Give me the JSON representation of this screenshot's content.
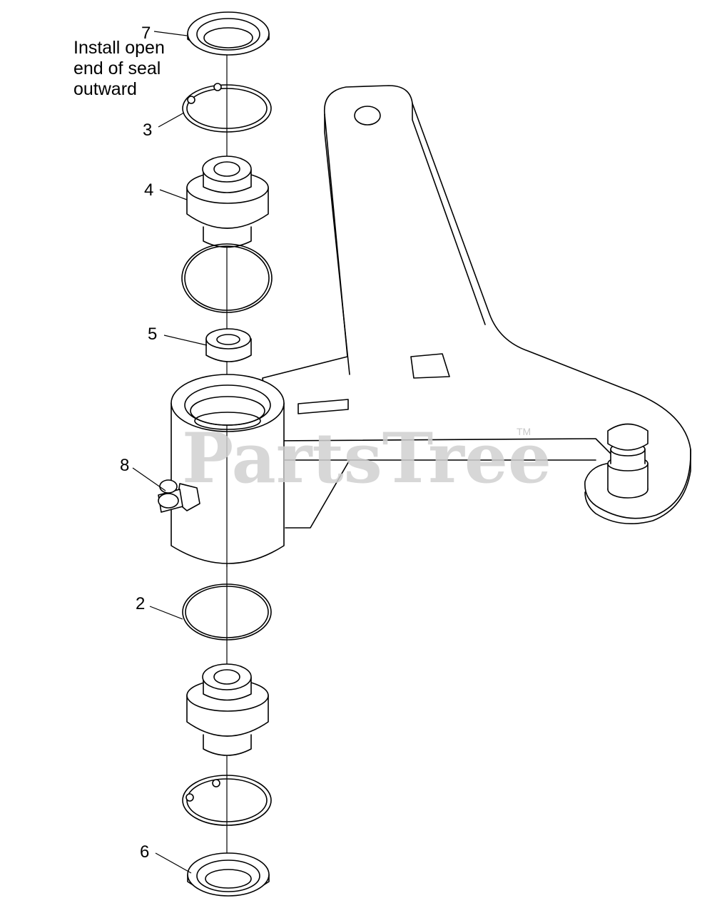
{
  "diagram": {
    "note": [
      "Install open",
      "end of seal",
      "outward"
    ],
    "callouts": [
      "7",
      "3",
      "4",
      "5",
      "8",
      "2",
      "6"
    ],
    "watermark": "PartsTree",
    "trademark": "TM"
  }
}
